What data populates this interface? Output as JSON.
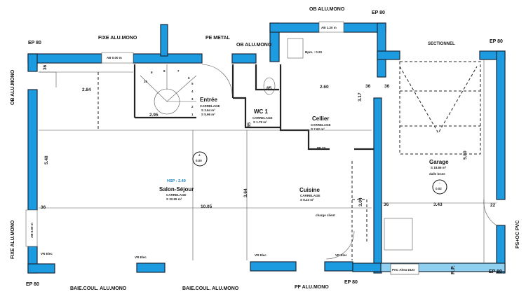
{
  "colors": {
    "wall": "#1d9be0",
    "wall_edge": "#1a2a3a",
    "hsp": "#1a7fc0"
  },
  "exterior_labels": {
    "ep80_top_left": "EP 80",
    "fixe_alu_top": "FIXE ALU.MONO",
    "pe_metal": "PE METAL",
    "ob_alu_top_mid": "OB ALU.MONO",
    "ob_alu_top_cellier": "OB ALU.MONO",
    "ep80_top_cellier": "EP 80",
    "sectionnel": "SECTIONNEL",
    "ep80_top_right": "EP 80",
    "ob_alu_left": "OB ALU.MONO",
    "fixe_alu_left": "FIXE ALU.MONO",
    "ps_oc_pvc": "PS+OC PVC",
    "ep80_bottom_left": "EP 80",
    "baie_1": "BAIE.COUL. ALU.MONO",
    "baie_2": "BAIE.COUL. ALU.MONO",
    "pf_alu": "PF ALU.MONO",
    "ep80_bottom_mid": "EP 80",
    "ep80_bottom_right": "EP 80",
    "rp": "R.P."
  },
  "rooms": {
    "entree": {
      "name": "Entrée",
      "floor": "CARRELAGE",
      "area1": "S 3.64 m²",
      "area2": "S 5.96 m²"
    },
    "wc": {
      "name": "WC 1",
      "floor": "CARRELAGE",
      "area": "S 1.79 m²"
    },
    "cellier": {
      "name": "Cellier",
      "floor": "CARRELAGE",
      "area": "S 7.62 m²"
    },
    "salon": {
      "name": "Salon-Séjour",
      "floor": "CARRELAGE",
      "area": "S 32.55 m²",
      "hsp": "HSP : 2.40",
      "level_sign": "±",
      "level": "0.00"
    },
    "cuisine": {
      "name": "Cuisine",
      "floor": "CARRELAGE",
      "area": "S 8.23 m²"
    },
    "garage": {
      "name": "Garage",
      "area": "S 18.86 m²",
      "floor": "dalle brute",
      "level_sign": "-",
      "level": "0.02"
    }
  },
  "dimensions": {
    "d284": "2.84",
    "d295": "2.95",
    "d260": "2.60",
    "d317": "3.17",
    "d36a": "36",
    "d36b": "36",
    "d85a": "85",
    "d85b": "85",
    "d1005": "10.05",
    "d364": "3.64",
    "d548": "5.48",
    "d343": "3.43",
    "d580": "5.80",
    "d304": "3.04",
    "d22": "22",
    "d36c": "36",
    "d36d": "36",
    "d36e": "36"
  },
  "annotations": {
    "ab_000_top": "AB 0.00 m",
    "ab_120": "AB 1.20 m",
    "ab_000_left": "AB 0.00 m",
    "bpm": "Bpm. : 0.20",
    "pf73": "PF 73",
    "charge_client": "charge client",
    "vr_elec_1": "VR Elec",
    "vr_elec_2": "VR Elec",
    "vr_elec_3": "VR Elec",
    "vr_elec_4": "VR Elec",
    "pac": "PAC Altea DUO",
    "stairs": [
      "1",
      "2",
      "3",
      "4",
      "5",
      "6",
      "7",
      "8",
      "9",
      "10"
    ]
  }
}
